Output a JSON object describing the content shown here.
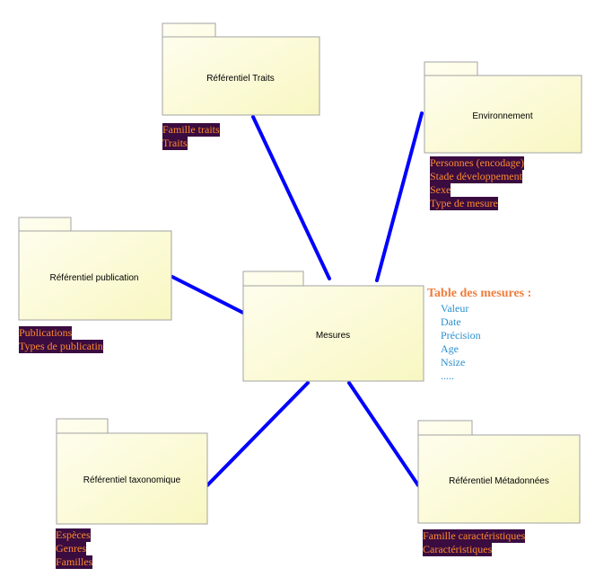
{
  "packages": {
    "traits": {
      "label": "Référentiel Traits",
      "items": [
        "Famille traits",
        "Traits"
      ]
    },
    "environnement": {
      "label": "Environnement",
      "items": [
        "Personnes (encodage)",
        "Stade développement",
        "Sexe",
        "Type de mesure"
      ]
    },
    "publication": {
      "label": "Référentiel publication",
      "items": [
        "Publications",
        "Types de publicatin"
      ]
    },
    "mesures": {
      "label": "Mesures"
    },
    "taxonomique": {
      "label": "Référentiel taxonomique",
      "items": [
        "Espèces",
        "Genres",
        "Familles"
      ]
    },
    "metadonnees": {
      "label": "Référentiel Métadonnées",
      "items": [
        "Famille caractéristiques",
        "Caractéristiques"
      ]
    }
  },
  "table": {
    "title": "Table des mesures :",
    "fields": [
      "Valeur",
      "Date",
      "Précision",
      "Age",
      "Nsize",
      "....."
    ]
  },
  "colors": {
    "package_fill_start": "#fffef0",
    "package_fill_end": "#f8f7c2",
    "package_border": "#a3a3a3",
    "connector": "#0000ff",
    "attr_text": "#ff8a2b",
    "attr_bg": "#3a0c40",
    "table_title": "#ef7d3a",
    "table_fields": "#2a8fcf"
  }
}
